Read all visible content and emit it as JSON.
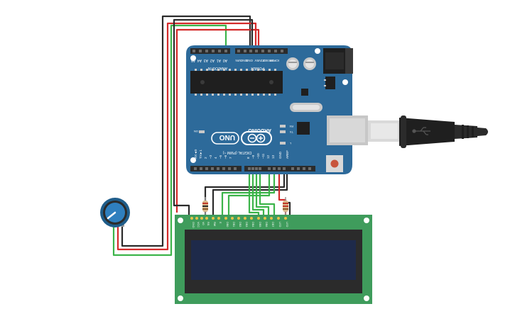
{
  "board": {
    "brand": "ARDUINO",
    "model": "UNO",
    "analog_header": "ANALOG IN",
    "power_header": "POWER",
    "digital_header": "DIGITAL (PWM ~)",
    "analog_pins": [
      "A5",
      "A4",
      "A3",
      "A2",
      "A1",
      "A0"
    ],
    "power_pins": [
      "VIN",
      "GND",
      "GND",
      "5V",
      "3.3V",
      "RESET",
      "IOREF"
    ],
    "digital_pins": [
      "RX◄0",
      "TX►1",
      "2",
      "~3",
      "4",
      "~5",
      "~6",
      "7",
      "8",
      "~9",
      "~10",
      "~11",
      "12",
      "13",
      "GND",
      "AREF"
    ],
    "led_on": "ON",
    "led_tx": "TX",
    "led_rx": "RX",
    "led_l": "L"
  },
  "lcd": {
    "pins": [
      "GND",
      "VCC",
      "V0",
      "RS",
      "RW",
      "E",
      "DB0",
      "DB1",
      "DB2",
      "DB3",
      "DB4",
      "DB5",
      "DB6",
      "DB7",
      "LED",
      "LED"
    ]
  },
  "colors": {
    "board": "#2d6a9a",
    "lcd_pcb": "#3f9c5c",
    "lcd_screen": "#1e2a4a",
    "wire_red": "#d42a2a",
    "wire_black": "#2b2b2b",
    "wire_green": "#3cb44a",
    "pot": "#1f5d8a"
  }
}
